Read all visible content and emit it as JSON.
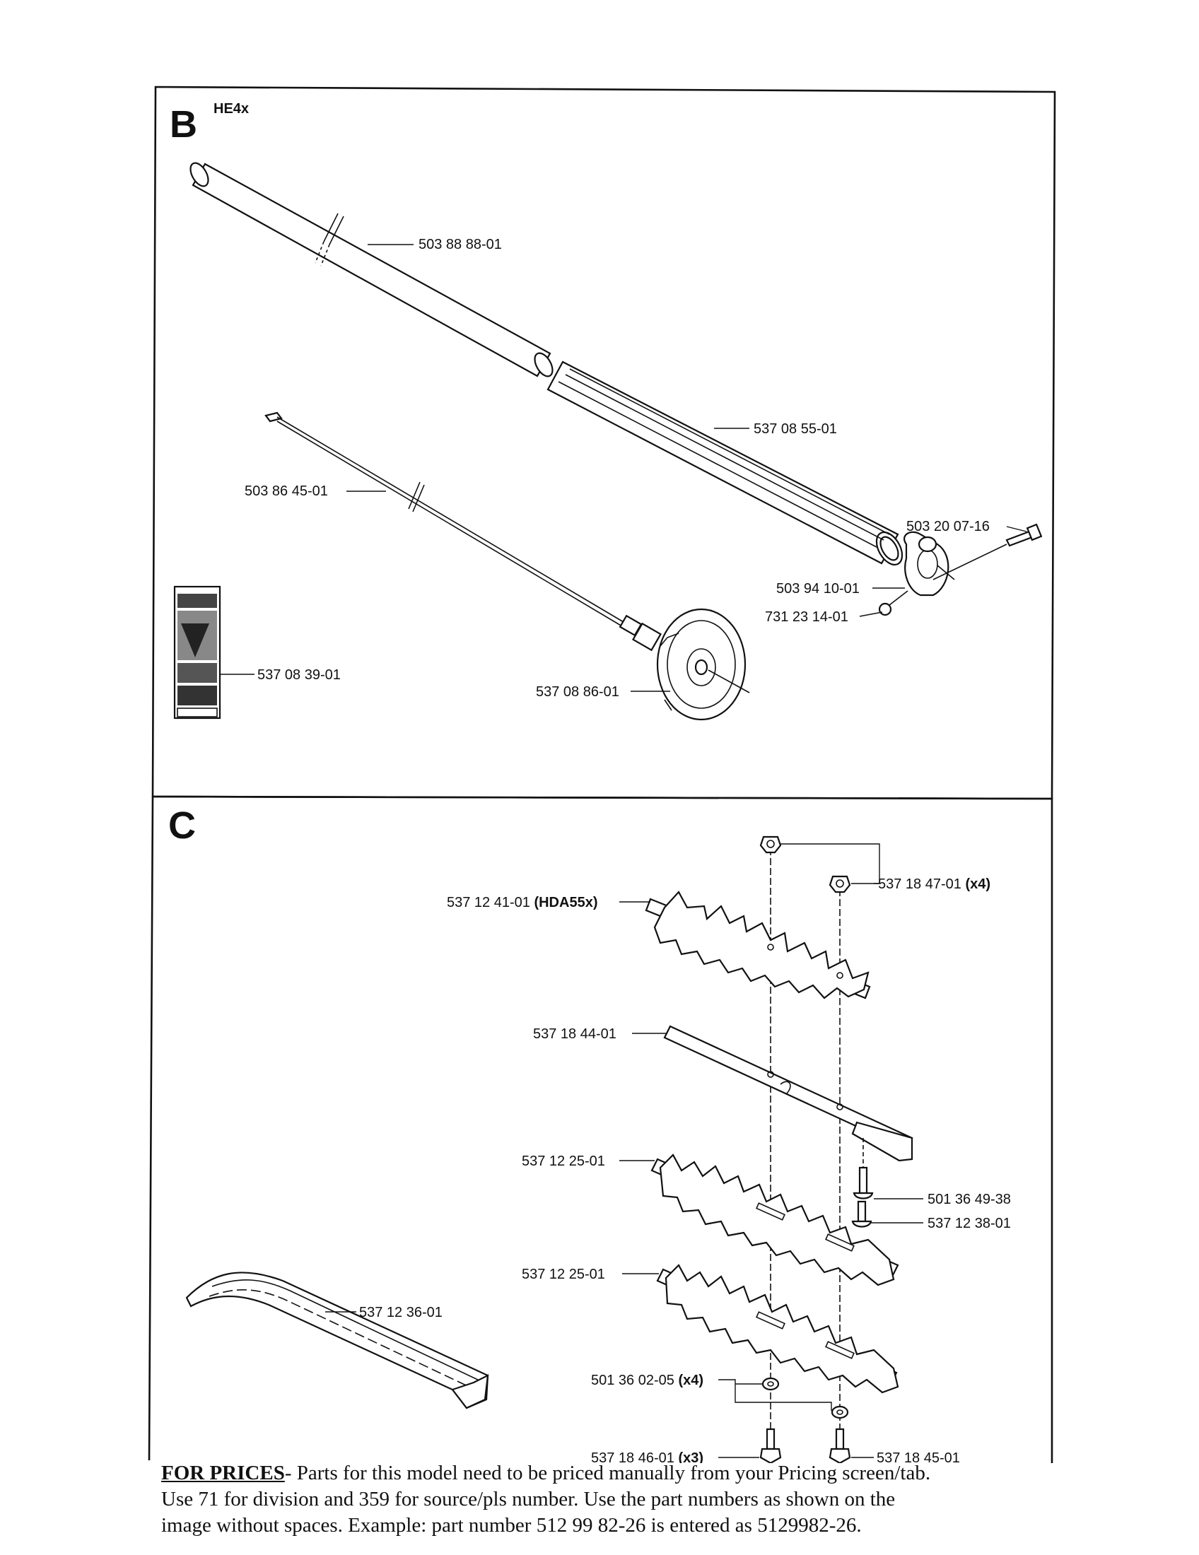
{
  "sections": {
    "b": {
      "letter": "B",
      "model": "HE4x"
    },
    "c": {
      "letter": "C"
    }
  },
  "parts": {
    "drive_tube": "503 88 88-01",
    "tube_cover": "537 08 55-01",
    "drive_shaft": "503 86 45-01",
    "screw": "503 20 07-16",
    "clamp": "503 94 10-01",
    "nut": "731 23 14-01",
    "decal": "537 08 39-01",
    "bearing_housing": "537 08 86-01",
    "nut_c": "537 18 47-01",
    "nut_c_qty": "(x4)",
    "blade_top": "537 12 41-01",
    "blade_top_model": "(HDA55x)",
    "guide_plate": "537 18 44-01",
    "blade_upper": "537 12 25-01",
    "blade_lower": "537 12 25-01",
    "screw_c1": "501 36 49-38",
    "screw_c2": "537 12 38-01",
    "blade_guard": "537 12 36-01",
    "washer": "501 36 02-05",
    "washer_qty": "(x4)",
    "bolt_left": "537 18 46-01",
    "bolt_left_qty": "(x3)",
    "bolt_right": "537 18 45-01"
  },
  "footer": {
    "lead": "FOR PRICES",
    "line1": "- Parts for this model need to be priced manually from your Pricing screen/tab.",
    "line2": "Use 71 for division and 359 for source/pls number.  Use the part numbers as shown on the",
    "line3": "image without spaces.  Example: part number 512 99 82-26 is entered as 5129982-26."
  }
}
